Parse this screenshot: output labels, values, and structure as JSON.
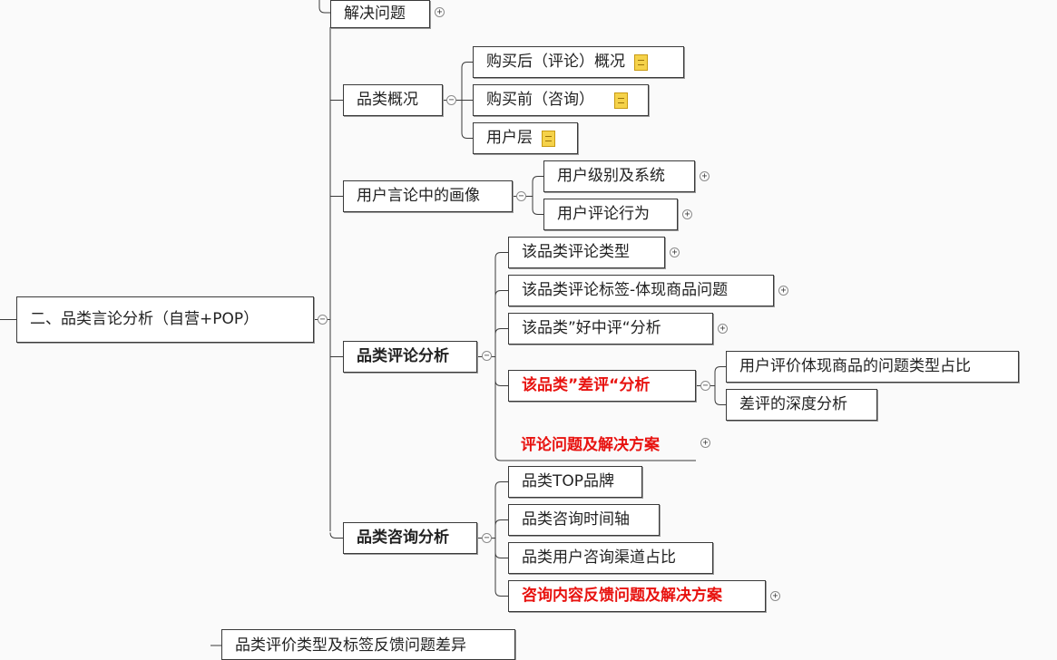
{
  "mindmap": {
    "nodes": [
      {
        "id": "jiejue",
        "label": "解决问题"
      },
      {
        "id": "root2",
        "label": "二、品类言论分析（自营+POP）"
      },
      {
        "id": "gaikuang",
        "label": "品类概况"
      },
      {
        "id": "gmh",
        "label": "购买后（评论）概况"
      },
      {
        "id": "gmq",
        "label": "购买前（咨询）"
      },
      {
        "id": "yhc",
        "label": "用户层"
      },
      {
        "id": "huaxiang",
        "label": "用户言论中的画像"
      },
      {
        "id": "jibie",
        "label": "用户级别及系统"
      },
      {
        "id": "xingwei",
        "label": "用户评论行为"
      },
      {
        "id": "pinglun",
        "label": "品类评论分析"
      },
      {
        "id": "pllx",
        "label": "该品类评论类型"
      },
      {
        "id": "plbq",
        "label": "该品类评论标签-体现商品问题"
      },
      {
        "id": "hzp",
        "label": "该品类”好中评“分析"
      },
      {
        "id": "cp",
        "label": "该品类”差评“分析"
      },
      {
        "id": "wtlx",
        "label": "用户评价体现商品的问题类型占比"
      },
      {
        "id": "sdfx",
        "label": "差评的深度分析"
      },
      {
        "id": "plwt",
        "label": "评论问题及解决方案"
      },
      {
        "id": "zixun",
        "label": "品类咨询分析"
      },
      {
        "id": "top",
        "label": "品类TOP品牌"
      },
      {
        "id": "sjz",
        "label": "品类咨询时间轴"
      },
      {
        "id": "qd",
        "label": "品类用户咨询渠道占比"
      },
      {
        "id": "zxwt",
        "label": "咨询内容反馈问题及解决方案"
      },
      {
        "id": "partial",
        "label": "品类评价类型及标签反馈问题差异"
      }
    ],
    "toggle_symbols": {
      "expand": "+",
      "collapse": "−"
    },
    "colors": {
      "line": "#3a3a3a",
      "highlight": "#e8120f",
      "note": "#f5d24a"
    }
  }
}
